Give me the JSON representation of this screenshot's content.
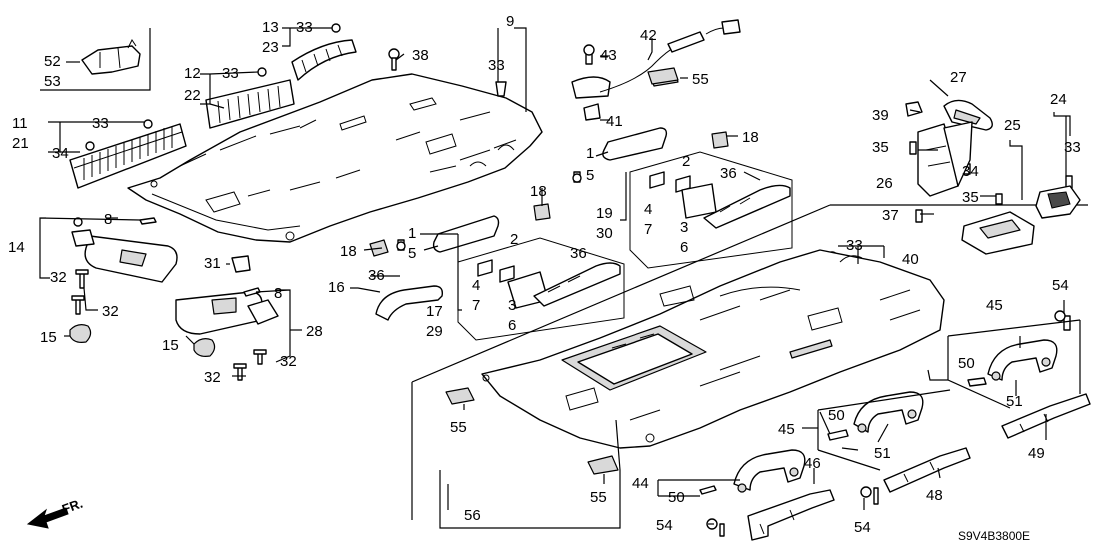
{
  "diagram_code": "S9V4B3800E",
  "front_marker": "FR.",
  "callouts": {
    "c1": "1",
    "c2": "2",
    "c3": "3",
    "c4": "4",
    "c5": "5",
    "c6": "6",
    "c7": "7",
    "c8": "8",
    "c9": "9",
    "c11": "11",
    "c12": "12",
    "c13": "13",
    "c14": "14",
    "c15": "15",
    "c16": "16",
    "c17": "17",
    "c18": "18",
    "c19": "19",
    "c21": "21",
    "c22": "22",
    "c23": "23",
    "c24": "24",
    "c25": "25",
    "c26": "26",
    "c27": "27",
    "c28": "28",
    "c29": "29",
    "c30": "30",
    "c31": "31",
    "c32": "32",
    "c33": "33",
    "c34": "34",
    "c35": "35",
    "c36": "36",
    "c37": "37",
    "c38": "38",
    "c39": "39",
    "c40": "40",
    "c41": "41",
    "c42": "42",
    "c43": "43",
    "c44": "44",
    "c45": "45",
    "c46": "46",
    "c48": "48",
    "c49": "49",
    "c50": "50",
    "c51": "51",
    "c52": "52",
    "c53": "53",
    "c54": "54",
    "c55": "55",
    "c56": "56"
  }
}
